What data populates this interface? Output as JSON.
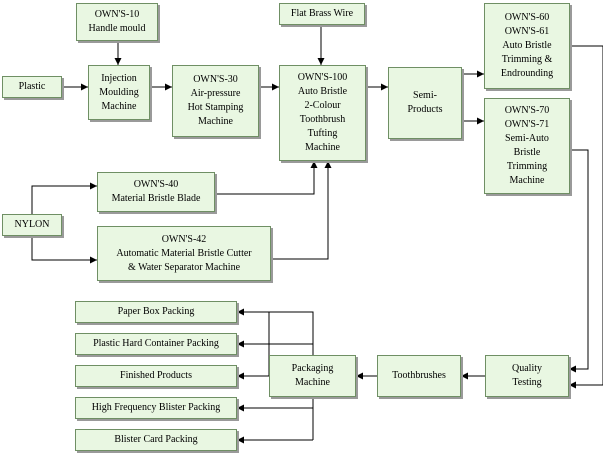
{
  "nodes": {
    "own10": {
      "lines": [
        "OWN'S-10",
        "Handle mould"
      ]
    },
    "flat_brass_wire": {
      "lines": [
        "Flat Brass Wire"
      ]
    },
    "own60": {
      "lines": [
        "OWN'S-60",
        "OWN'S-61",
        "Auto Bristle",
        "Trimming &",
        "Endrounding"
      ]
    },
    "plastic": {
      "lines": [
        "Plastic"
      ]
    },
    "injection": {
      "lines": [
        "Injection",
        "Moulding",
        "Machine"
      ]
    },
    "own30": {
      "lines": [
        "OWN'S-30",
        "Air-pressure",
        "Hot Stamping",
        "Machine"
      ]
    },
    "own100": {
      "lines": [
        "OWN'S-100",
        "Auto Bristle",
        "2-Colour",
        "Toothbrush",
        "Tufting",
        "Machine"
      ]
    },
    "semi": {
      "lines": [
        "Semi-",
        "Products"
      ]
    },
    "own70": {
      "lines": [
        "OWN'S-70",
        "OWN'S-71",
        "Semi-Auto",
        "Bristle",
        "Trimming",
        "Machine"
      ]
    },
    "own40": {
      "lines": [
        "OWN'S-40",
        "Material Bristle Blade"
      ]
    },
    "nylon": {
      "lines": [
        "NYLON"
      ]
    },
    "own42": {
      "lines": [
        "OWN'S-42",
        "Automatic Material Bristle Cutter",
        "& Water Separator Machine"
      ]
    },
    "paper_box": {
      "lines": [
        "Paper Box Packing"
      ]
    },
    "plastic_hard": {
      "lines": [
        "Plastic Hard Container Packing"
      ]
    },
    "finished": {
      "lines": [
        "Finished Products"
      ]
    },
    "hf_blister": {
      "lines": [
        "High Frequency Blister Packing"
      ]
    },
    "blister_card": {
      "lines": [
        "Blister Card Packing"
      ]
    },
    "packaging": {
      "lines": [
        "Packaging",
        "Machine"
      ]
    },
    "toothbrushes": {
      "lines": [
        "Toothbrushes"
      ]
    },
    "quality": {
      "lines": [
        "Quality",
        "Testing"
      ]
    }
  },
  "colors": {
    "box_fill": "#e9f7e2",
    "box_border": "#6f8f64",
    "connector": "#000000"
  }
}
